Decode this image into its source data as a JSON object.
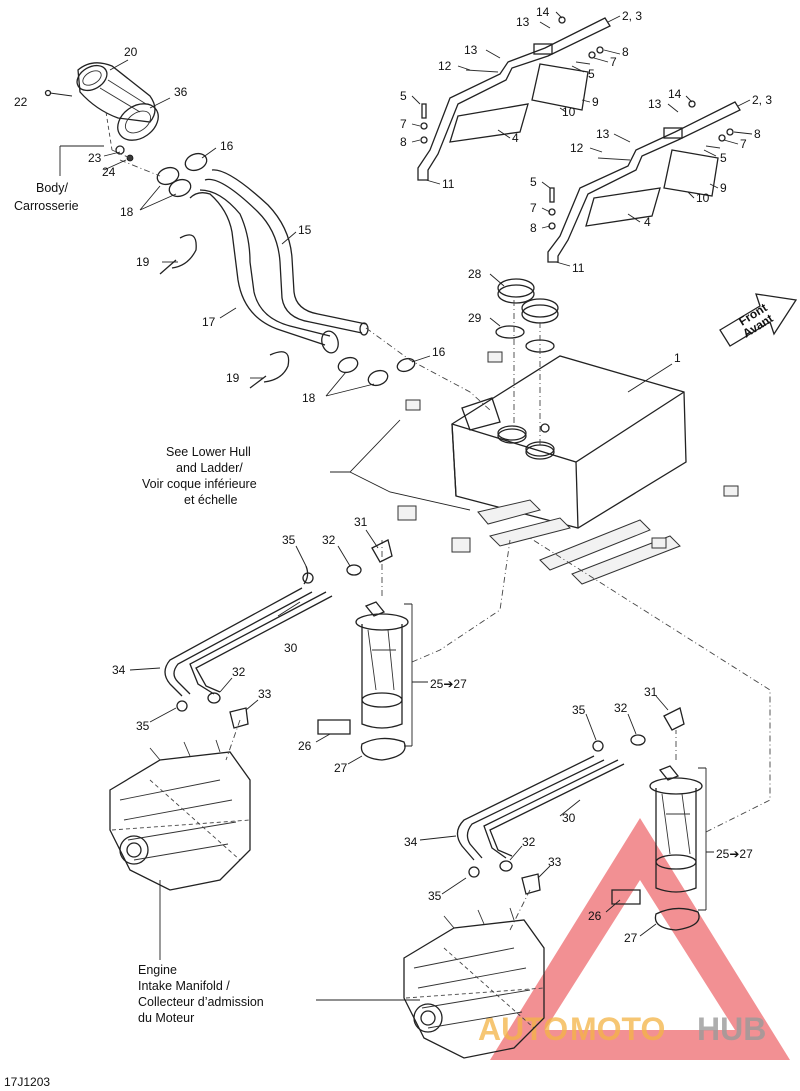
{
  "diagram_code": "17J1203",
  "front_arrow": {
    "line1": "Front",
    "line2": "Avant"
  },
  "notes": {
    "body": [
      "Body/",
      "Carrosserie"
    ],
    "lower_hull": [
      "See Lower Hull",
      "and Ladder/",
      "Voir coque inférieure",
      "et échelle"
    ],
    "engine": [
      "Engine",
      "Intake Manifold /",
      "Collecteur d’admission",
      "du Moteur"
    ]
  },
  "ranges": {
    "pump_a": "25➔27",
    "pump_b": "25➔27"
  },
  "callouts": {
    "c1": "1",
    "c2_3a": "2, 3",
    "c2_3b": "2, 3",
    "c4a": "4",
    "c4b": "4",
    "c5a": "5",
    "c5b": "5",
    "c5c": "5",
    "c5d": "5",
    "c7a": "7",
    "c7b": "7",
    "c7c": "7",
    "c7d": "7",
    "c8a": "8",
    "c8b": "8",
    "c8c": "8",
    "c8d": "8",
    "c9a": "9",
    "c9b": "9",
    "c10a": "10",
    "c10b": "10",
    "c11a": "11",
    "c11b": "11",
    "c12a": "12",
    "c12b": "12",
    "c13a": "13",
    "c13b": "13",
    "c13c": "13",
    "c13d": "13",
    "c14a": "14",
    "c14b": "14",
    "c15": "15",
    "c16a": "16",
    "c16b": "16",
    "c17": "17",
    "c18a": "18",
    "c18b": "18",
    "c19a": "19",
    "c19b": "19",
    "c20": "20",
    "c22": "22",
    "c23": "23",
    "c24": "24",
    "c26a": "26",
    "c26b": "26",
    "c27a": "27",
    "c27b": "27",
    "c28": "28",
    "c29": "29",
    "c30a": "30",
    "c30b": "30",
    "c31a": "31",
    "c31b": "31",
    "c32a": "32",
    "c32b": "32",
    "c32c": "32",
    "c32d": "32",
    "c33a": "33",
    "c33b": "33",
    "c34a": "34",
    "c34b": "34",
    "c35a": "35",
    "c35b": "35",
    "c35c": "35",
    "c35d": "35",
    "c36": "36"
  },
  "watermark": {
    "text_a": "AUTO",
    "text_b": "MOTO",
    "text_c": "HUB",
    "color_triangle": "#e8343a",
    "color_text_a": "#f4b445",
    "color_text_c": "#9a9a9a"
  }
}
